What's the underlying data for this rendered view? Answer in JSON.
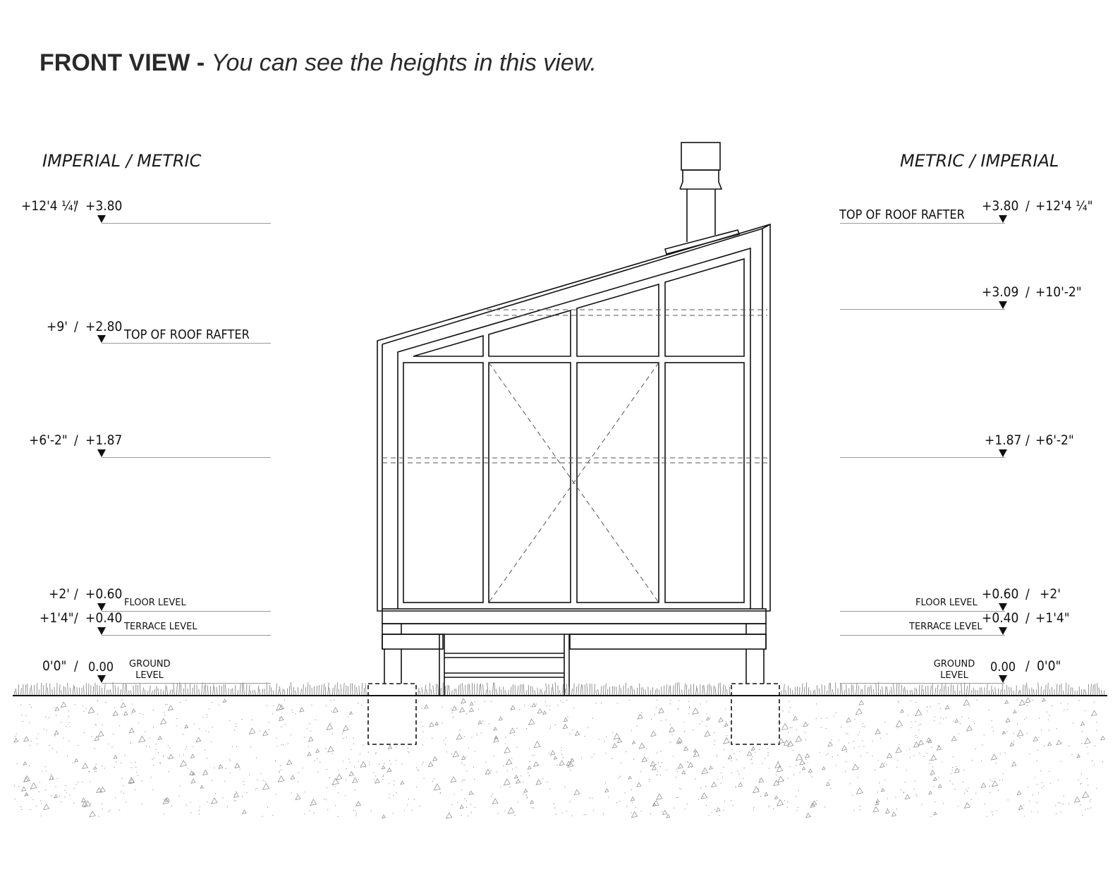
{
  "title": {
    "bold": "FRONT VIEW -",
    "italic": "You can see the heights in this view."
  },
  "left_header": "IMPERIAL / METRIC",
  "right_header": "METRIC / IMPERIAL",
  "left_levels": {
    "l1": {
      "imperial": "+12'4 ¼\"",
      "metric": "+3.80",
      "label": ""
    },
    "l2": {
      "imperial": "+9'",
      "metric": "+2.80",
      "label": "TOP OF ROOF RAFTER"
    },
    "l3": {
      "imperial": "+6'-2\"",
      "metric": "+1.87",
      "label": ""
    },
    "l4": {
      "imperial": "+2'",
      "metric": "+0.60",
      "label": "FLOOR LEVEL"
    },
    "l5": {
      "imperial": "+1'4\"",
      "metric": "+0.40",
      "label": "TERRACE LEVEL"
    },
    "l6": {
      "imperial": "0'0\"",
      "metric": "0.00",
      "label_a": "GROUND",
      "label_b": "LEVEL"
    }
  },
  "right_levels": {
    "r1": {
      "metric": "+3.80",
      "imperial": "+12'4 ¼\"",
      "label": "TOP OF ROOF RAFTER"
    },
    "r2": {
      "metric": "+3.09",
      "imperial": "+10'-2\"",
      "label": ""
    },
    "r3": {
      "metric": "+1.87",
      "imperial": "+6'-2\"",
      "label": ""
    },
    "r4": {
      "metric": "+0.60",
      "imperial": "+2'",
      "label": "FLOOR LEVEL"
    },
    "r5": {
      "metric": "+0.40",
      "imperial": "+1'4\"",
      "label": "TERRACE LEVEL"
    },
    "r6": {
      "metric": "0.00",
      "imperial": "0'0\"",
      "label_a": "GROUND",
      "label_b": "LEVEL"
    }
  },
  "separator": "/",
  "colors": {
    "line": "#111111",
    "level_line": "#9a9a9a",
    "ground_dots": "#777777"
  }
}
